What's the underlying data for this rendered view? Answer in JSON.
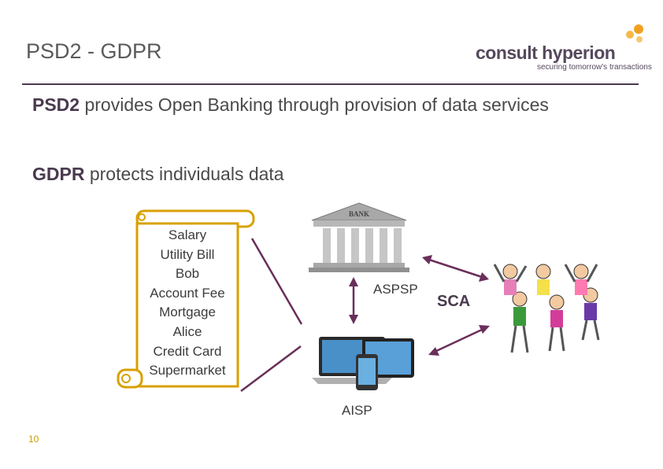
{
  "slide": {
    "title": "PSD2 - GDPR",
    "page_number": "10"
  },
  "logo": {
    "word": "consult hyperion",
    "tagline": "securing tomorrow's transactions"
  },
  "bullets": [
    {
      "lead": "PSD2",
      "rest": " provides Open Banking through provision of data services"
    },
    {
      "lead": "GDPR",
      "rest": " protects individuals data"
    }
  ],
  "scroll_items": [
    "Salary",
    "Utility Bill",
    "Bob",
    "Account Fee",
    "Mortgage",
    "Alice",
    "Credit Card",
    "Supermarket"
  ],
  "diagram": {
    "bank_sign": "BANK",
    "aspsp": "ASPSP",
    "aisp": "AISP",
    "sca": "SCA"
  },
  "colors": {
    "accent": "#4a3a4e",
    "arrow": "#6a2f5a",
    "scroll": "#d9a000",
    "logo_orange": "#f0a020"
  }
}
